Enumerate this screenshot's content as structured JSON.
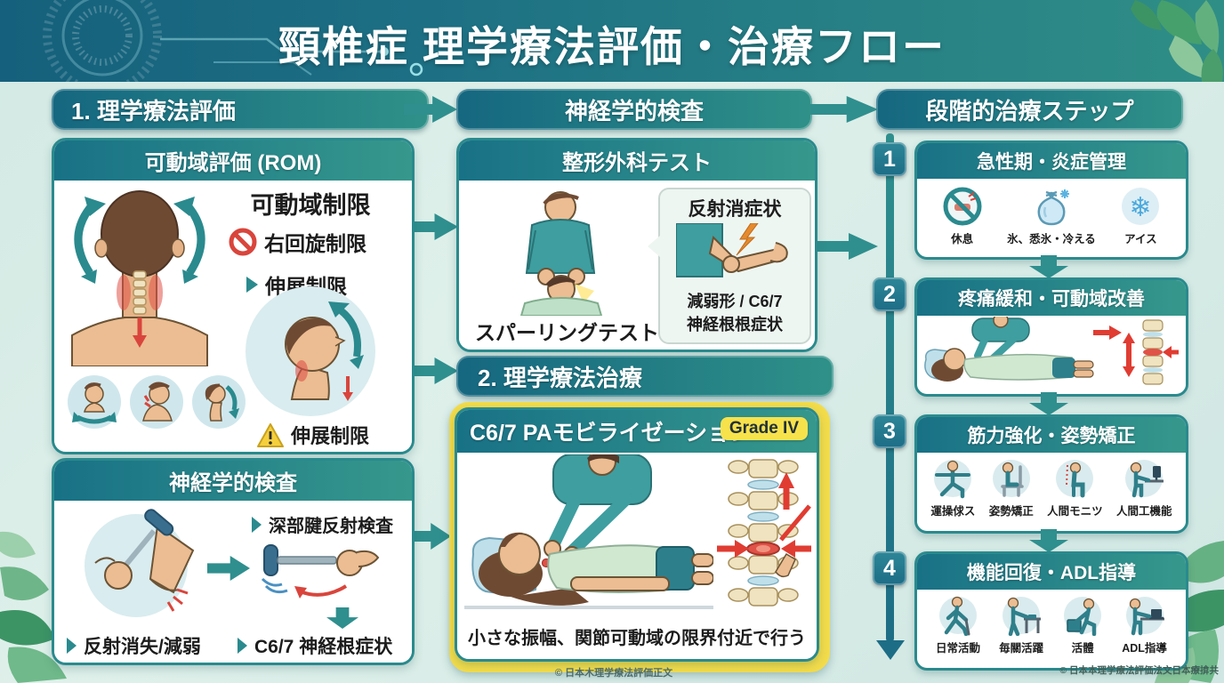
{
  "title": "頸椎症 理学療法評価・治療フロー",
  "colors": {
    "banner_left": "#15607c",
    "banner_right": "#2f8e86",
    "accent_teal": "#2a8a8e",
    "arrow_teal": "#2f8f8e",
    "alert_red": "#d9453c",
    "warning_yellow": "#f6cf3d",
    "grade_border_yellow": "#f3dc4a",
    "page_bg": "#d6ebe5"
  },
  "left": {
    "section1_header": "1. 理学療法評価",
    "rom_panel": {
      "header": "可動域評価 (ROM)",
      "heading": "可動域制限",
      "restriction1": "右回旋制限",
      "restriction2": "伸展制限",
      "warning_label": "伸展制限"
    },
    "neuro_panel": {
      "header": "神経学的検査",
      "test_label": "深部腱反射検査",
      "finding1": "反射消失/減弱",
      "finding2": "C6/7 神経根症状"
    }
  },
  "middle": {
    "neuro_header": "神経学的検査",
    "ortho_panel": {
      "header": "整形外科テスト",
      "test_name": "スパーリングテスト",
      "callout_title": "反射消症状",
      "callout_line1": "減弱形 / C6/7",
      "callout_line2": "神経根根症状"
    },
    "section2_header": "2. 理学療法治療",
    "mobilization_panel": {
      "header": "C6/7 PAモビライゼーション",
      "grade_badge": "Grade IV",
      "caption": "小さな振幅、関節可動域の限界付近で行う"
    }
  },
  "right": {
    "header": "段階的治療ステップ",
    "steps": [
      {
        "number": "1",
        "title": "急性期・炎症管理",
        "items": [
          {
            "icon": "rest-prohibition-icon",
            "label": "休息"
          },
          {
            "icon": "ice-bag-icon",
            "label": "氷、悉氷・冷える"
          },
          {
            "icon": "snowflake-icon",
            "label": "アイス"
          }
        ]
      },
      {
        "number": "2",
        "title": "疼痛緩和・可動域改善",
        "items": []
      },
      {
        "number": "3",
        "title": "筋力強化・姿勢矯正",
        "items": [
          {
            "icon": "stretch-exercise-icon",
            "label": "運操俅ス"
          },
          {
            "icon": "posture-correction-icon",
            "label": "姿勢矯正"
          },
          {
            "icon": "posture-monitor-icon",
            "label": "人間モニツ"
          },
          {
            "icon": "ergonomics-icon",
            "label": "人間工機能"
          }
        ]
      },
      {
        "number": "4",
        "title": "機能回復・ADL指導",
        "items": [
          {
            "icon": "daily-activity-icon",
            "label": "日常活動"
          },
          {
            "icon": "task-activity-icon",
            "label": "毎關活躍"
          },
          {
            "icon": "lifting-activity-icon",
            "label": "活體"
          },
          {
            "icon": "adl-training-icon",
            "label": "ADL指導"
          }
        ]
      }
    ]
  },
  "footer": {
    "center_credit": "© 日本木理学療法評価正文",
    "right_credit": "© 日本本理学療法評価法文日本療揜共"
  },
  "icons": {
    "snowflake": "❄"
  }
}
